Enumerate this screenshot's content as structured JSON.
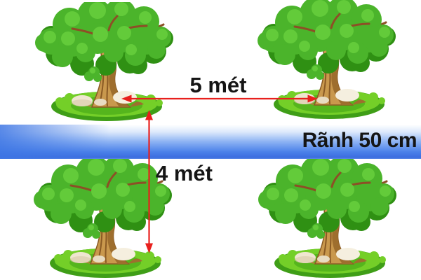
{
  "scene": {
    "name": "tree-spacing-diagram",
    "background": "#ffffff",
    "tree_count": 4,
    "tree_layout": "2 rows x 2 columns separated by a ditch"
  },
  "measurements": {
    "horizontal_label": "5 mét",
    "vertical_label": "4 mét",
    "ditch_label": "Rãnh 50 cm"
  },
  "colors": {
    "arrow_red": "#e8201d",
    "label_text": "#151515",
    "ditch_blue_light": "#dbe8fb",
    "ditch_blue_dark": "#3b6cdf",
    "foliage_green": "#4bb42b",
    "foliage_dark_green": "#2f9013",
    "foliage_light_green": "#63cb3a",
    "branch_brown": "#8d4f26",
    "trunk_brown": "#c9984d",
    "trunk_shadow_brown": "#9e6e2e",
    "ground_green_bright": "#74cf28",
    "ground_green_dark": "#3f9e17",
    "stone_cream": "#f2e9d5"
  }
}
